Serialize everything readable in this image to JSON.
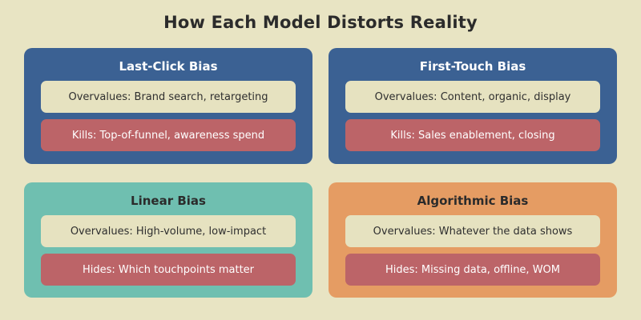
{
  "title": "How Each Model Distorts Reality",
  "colors": {
    "page_background": "#e8e4c3",
    "title_text": "#2b2b2b",
    "panel_blue": "#3b6193",
    "panel_teal": "#6fbfb0",
    "panel_orange": "#e59c63",
    "overvalues_box": "#e6e2c0",
    "kills_box": "#bc6468"
  },
  "panels": [
    {
      "title": "Last-Click Bias",
      "accent": "#3b6193",
      "title_tone": "light",
      "overvalues_label": "Overvalues: Brand search, retargeting",
      "kills_label": "Kills: Top-of-funnel, awareness spend"
    },
    {
      "title": "First-Touch Bias",
      "accent": "#3b6193",
      "title_tone": "light",
      "overvalues_label": "Overvalues: Content, organic, display",
      "kills_label": "Kills: Sales enablement, closing"
    },
    {
      "title": "Linear Bias",
      "accent": "#6fbfb0",
      "title_tone": "dark",
      "overvalues_label": "Overvalues: High-volume, low-impact",
      "kills_label": "Hides: Which touchpoints matter"
    },
    {
      "title": "Algorithmic Bias",
      "accent": "#e59c63",
      "title_tone": "dark",
      "overvalues_label": "Overvalues: Whatever the data shows",
      "kills_label": "Hides: Missing data, offline, WOM"
    }
  ]
}
